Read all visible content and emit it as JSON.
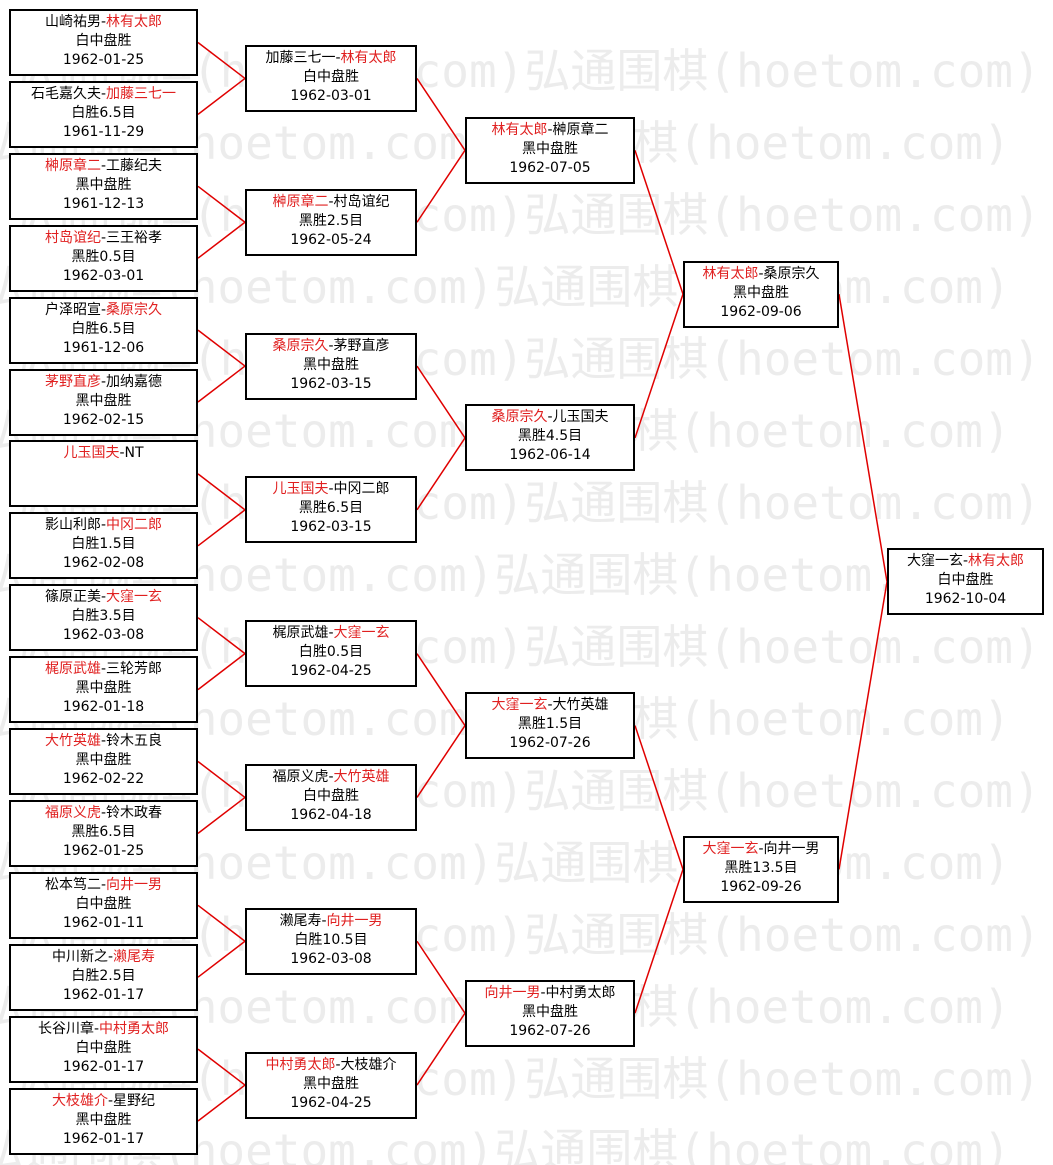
{
  "watermark": "弘通围棋(hoetom.com)",
  "colors": {
    "winner": "#e02020",
    "line": "#e00000",
    "border": "#000000"
  },
  "rounds": [
    [
      {
        "p1": "山崎祐男",
        "p2": "林有太郎",
        "winner": 2,
        "result": "白中盘胜",
        "date": "1962-01-25"
      },
      {
        "p1": "石毛嘉久夫",
        "p2": "加藤三七一",
        "winner": 2,
        "result": "白胜6.5目",
        "date": "1961-11-29"
      },
      {
        "p1": "榊原章二",
        "p2": "工藤纪夫",
        "winner": 1,
        "result": "黑中盘胜",
        "date": "1961-12-13"
      },
      {
        "p1": "村岛谊纪",
        "p2": "三王裕孝",
        "winner": 1,
        "result": "黑胜0.5目",
        "date": "1962-03-01"
      },
      {
        "p1": "户泽昭宣",
        "p2": "桑原宗久",
        "winner": 2,
        "result": "白胜6.5目",
        "date": "1961-12-06"
      },
      {
        "p1": "茅野直彦",
        "p2": "加纳嘉德",
        "winner": 1,
        "result": "黑中盘胜",
        "date": "1962-02-15"
      },
      {
        "p1": "儿玉国夫",
        "p2": "NT",
        "winner": 1,
        "result": "",
        "date": ""
      },
      {
        "p1": "影山利郎",
        "p2": "中冈二郎",
        "winner": 2,
        "result": "白胜1.5目",
        "date": "1962-02-08"
      },
      {
        "p1": "篠原正美",
        "p2": "大窪一玄",
        "winner": 2,
        "result": "白胜3.5目",
        "date": "1962-03-08"
      },
      {
        "p1": "梶原武雄",
        "p2": "三轮芳郎",
        "winner": 1,
        "result": "黑中盘胜",
        "date": "1962-01-18"
      },
      {
        "p1": "大竹英雄",
        "p2": "铃木五良",
        "winner": 1,
        "result": "黑中盘胜",
        "date": "1962-02-22"
      },
      {
        "p1": "福原义虎",
        "p2": "铃木政春",
        "winner": 1,
        "result": "黑胜6.5目",
        "date": "1962-01-25"
      },
      {
        "p1": "松本笃二",
        "p2": "向井一男",
        "winner": 2,
        "result": "白中盘胜",
        "date": "1962-01-11"
      },
      {
        "p1": "中川新之",
        "p2": "濑尾寿",
        "winner": 2,
        "result": "白胜2.5目",
        "date": "1962-01-17"
      },
      {
        "p1": "长谷川章",
        "p2": "中村勇太郎",
        "winner": 2,
        "result": "白中盘胜",
        "date": "1962-01-17"
      },
      {
        "p1": "大枝雄介",
        "p2": "星野纪",
        "winner": 1,
        "result": "黑中盘胜",
        "date": "1962-01-17"
      }
    ],
    [
      {
        "p1": "加藤三七一",
        "p2": "林有太郎",
        "winner": 2,
        "result": "白中盘胜",
        "date": "1962-03-01"
      },
      {
        "p1": "榊原章二",
        "p2": "村岛谊纪",
        "winner": 1,
        "result": "黑胜2.5目",
        "date": "1962-05-24"
      },
      {
        "p1": "桑原宗久",
        "p2": "茅野直彦",
        "winner": 1,
        "result": "黑中盘胜",
        "date": "1962-03-15"
      },
      {
        "p1": "儿玉国夫",
        "p2": "中冈二郎",
        "winner": 1,
        "result": "黑胜6.5目",
        "date": "1962-03-15"
      },
      {
        "p1": "梶原武雄",
        "p2": "大窪一玄",
        "winner": 2,
        "result": "白胜0.5目",
        "date": "1962-04-25"
      },
      {
        "p1": "福原义虎",
        "p2": "大竹英雄",
        "winner": 2,
        "result": "白中盘胜",
        "date": "1962-04-18"
      },
      {
        "p1": "濑尾寿",
        "p2": "向井一男",
        "winner": 2,
        "result": "白胜10.5目",
        "date": "1962-03-08"
      },
      {
        "p1": "中村勇太郎",
        "p2": "大枝雄介",
        "winner": 1,
        "result": "黑中盘胜",
        "date": "1962-04-25"
      }
    ],
    [
      {
        "p1": "林有太郎",
        "p2": "榊原章二",
        "winner": 1,
        "result": "黑中盘胜",
        "date": "1962-07-05"
      },
      {
        "p1": "桑原宗久",
        "p2": "儿玉国夫",
        "winner": 1,
        "result": "黑胜4.5目",
        "date": "1962-06-14"
      },
      {
        "p1": "大窪一玄",
        "p2": "大竹英雄",
        "winner": 1,
        "result": "黑胜1.5目",
        "date": "1962-07-26"
      },
      {
        "p1": "向井一男",
        "p2": "中村勇太郎",
        "winner": 1,
        "result": "黑中盘胜",
        "date": "1962-07-26"
      }
    ],
    [
      {
        "p1": "林有太郎",
        "p2": "桑原宗久",
        "winner": 1,
        "result": "黑中盘胜",
        "date": "1962-09-06"
      },
      {
        "p1": "大窪一玄",
        "p2": "向井一男",
        "winner": 1,
        "result": "黑胜13.5目",
        "date": "1962-09-26"
      }
    ],
    [
      {
        "p1": "大窪一玄",
        "p2": "林有太郎",
        "winner": 2,
        "result": "白中盘胜",
        "date": "1962-10-04"
      }
    ]
  ]
}
